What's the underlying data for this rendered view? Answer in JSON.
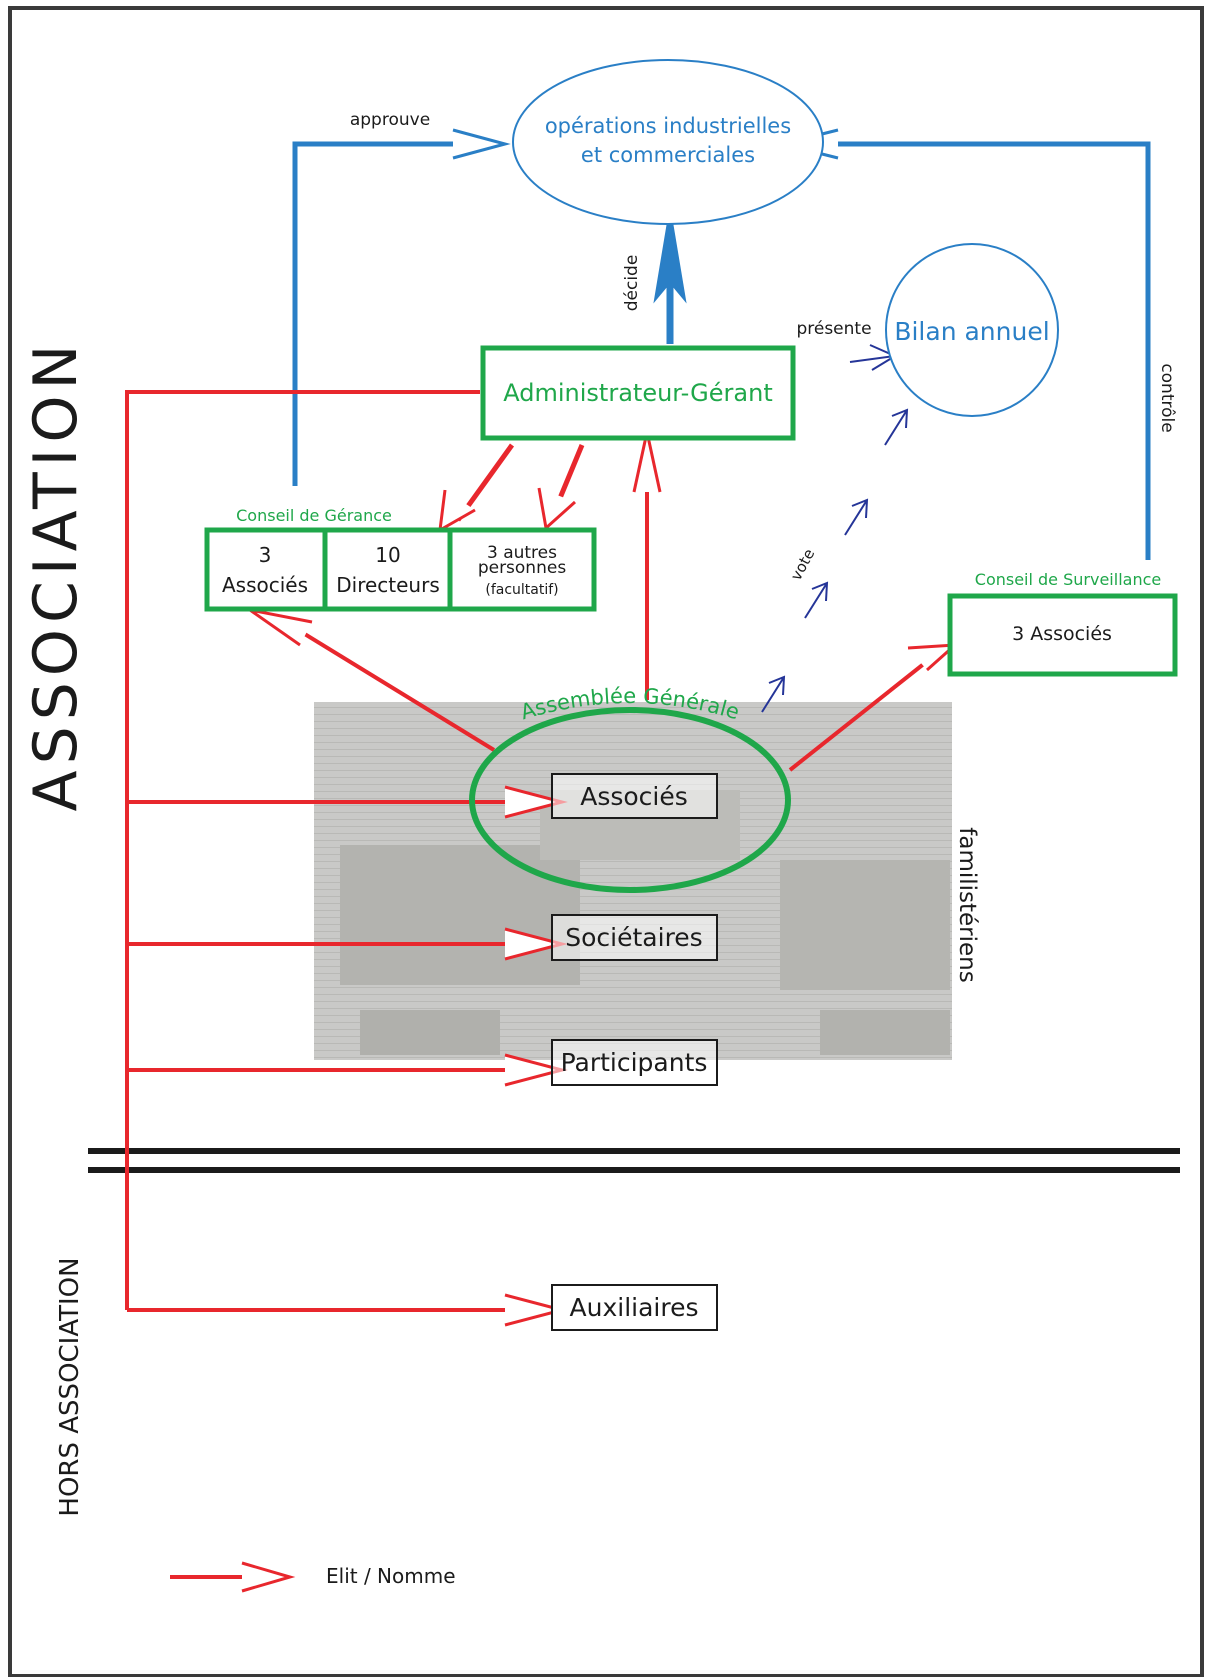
{
  "sections": {
    "association": "ASSOCIATION",
    "hors_association": "HORS ASSOCIATION"
  },
  "nodes": {
    "operations": {
      "line1": "opérations industrielles",
      "line2": "et commerciales"
    },
    "bilan": "Bilan annuel",
    "administrateur": "Administrateur-Gérant",
    "conseil_gerance": {
      "title": "Conseil de Gérance",
      "cells": [
        {
          "line1": "3",
          "line2": "Associés"
        },
        {
          "line1": "10",
          "line2": "Directeurs"
        },
        {
          "line1": "3 autres",
          "line2": "personnes",
          "line3": "(facultatif)"
        }
      ]
    },
    "conseil_surveillance": {
      "title": "Conseil de Surveillance",
      "members": "3 Associés"
    },
    "assemblee": "Assemblée Générale",
    "associes": "Associés",
    "societaires": "Sociétaires",
    "participants": "Participants",
    "auxiliaires": "Auxiliaires",
    "familisteriens": "familistériens"
  },
  "edge_labels": {
    "approuve": "approuve",
    "decide": "décide",
    "presente": "présente",
    "controle": "contrôle",
    "vote": "vote"
  },
  "legend": {
    "label": "Elit / Nomme"
  },
  "colors": {
    "red": "#e8272d",
    "blue": "#2a7fc6",
    "green": "#1fa74a",
    "navy": "#253598",
    "black": "#1b1b1b"
  }
}
